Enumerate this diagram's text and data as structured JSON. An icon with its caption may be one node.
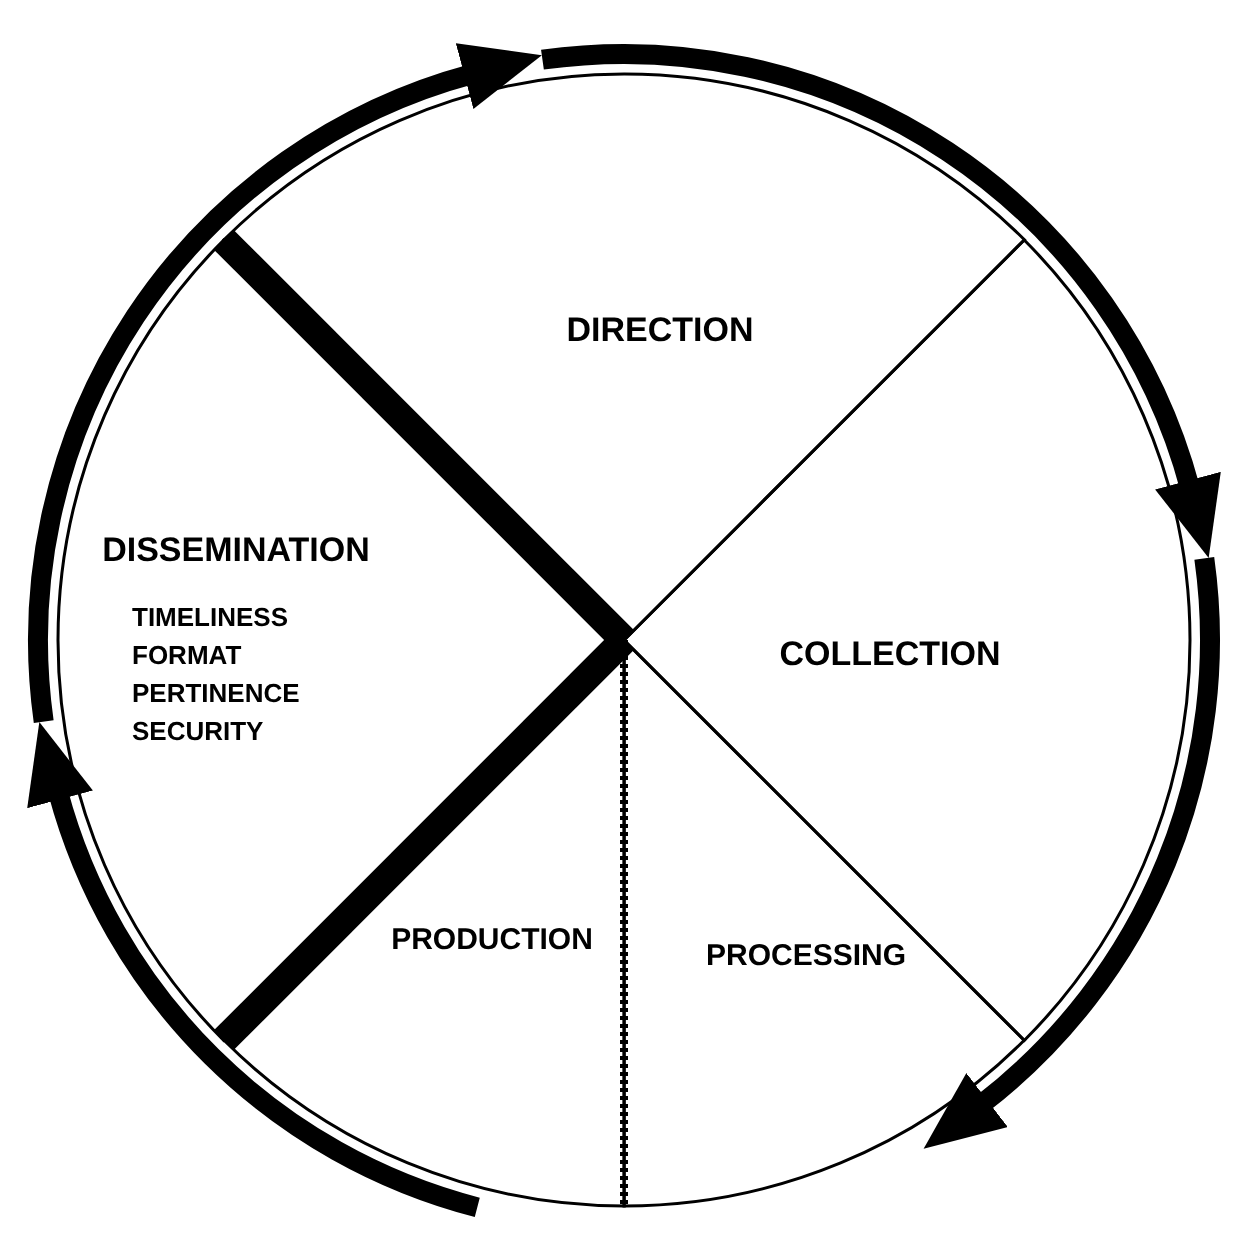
{
  "diagram": {
    "nodes": [
      {
        "text": [
          "DIRECTION"
        ]
      },
      {
        "text": [
          "COLLECTION"
        ]
      },
      {
        "text": [
          "PROCESSING"
        ]
      },
      {
        "text": [
          "PRODUCTION"
        ]
      },
      {
        "text": [
          "DISSEMINATION",
          "TIMELINESS",
          "FORMAT",
          "PERTINENCE",
          "SECURITY"
        ]
      }
    ],
    "edges": [
      {
        "from": 0,
        "to": 1,
        "arrow": "to"
      },
      {
        "from": 1,
        "to": 2,
        "arrow": "to"
      },
      {
        "from": 3,
        "to": 4,
        "arrow": "to"
      },
      {
        "from": 4,
        "to": 0,
        "arrow": "to"
      }
    ]
  }
}
